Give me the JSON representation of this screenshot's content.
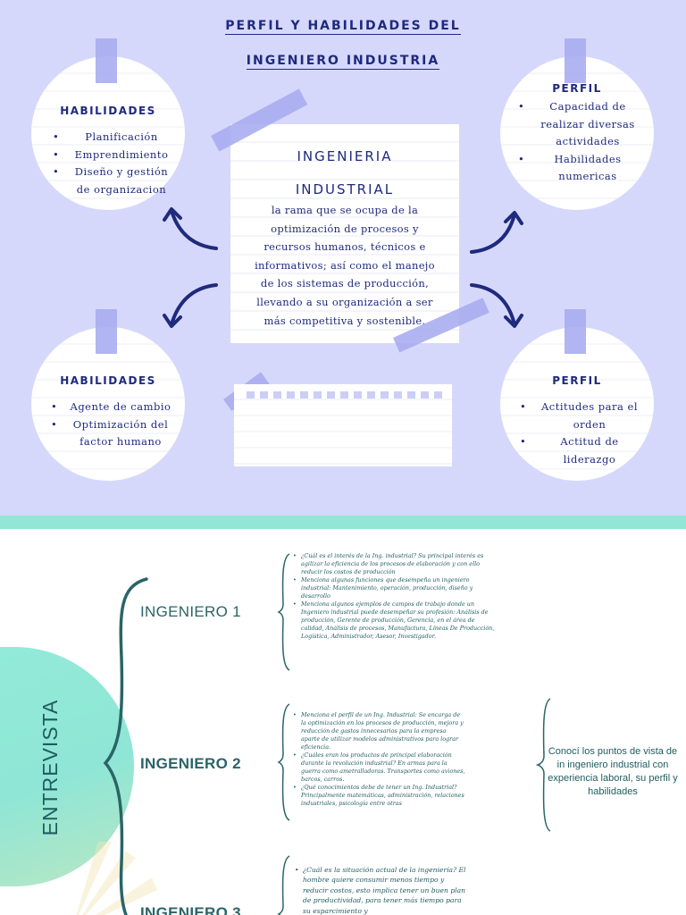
{
  "title": {
    "line1": "PERFIL Y HABILIDADES DEL",
    "line2": "INGENIERO INDUSTRIA"
  },
  "center": {
    "title_line1": "INGENIERIA",
    "title_line2": "INDUSTRIAL",
    "body": "la rama que se ocupa de la optimización de procesos y recursos humanos, técnicos e informativos; así como el manejo de los sistemas de producción, llevando a su organización a ser más competitiva y sostenible."
  },
  "circles": {
    "top_left": {
      "title": "HABILIDADES",
      "items": [
        "Planificación",
        "Emprendimiento",
        "Diseño y gestión de organizacion"
      ]
    },
    "top_right": {
      "title": "PERFIL",
      "items": [
        "Capacidad de realizar diversas actividades",
        "Habilidades numericas"
      ]
    },
    "bottom_left": {
      "title": "HABILIDADES",
      "items": [
        "Agente de cambio",
        "Optimización del factor humano"
      ]
    },
    "bottom_right": {
      "title": "PERFIL",
      "items": [
        "Actitudes para el orden",
        "Actitud de liderazgo"
      ]
    }
  },
  "interview": {
    "label": "ENTREVISTA",
    "engineers": [
      {
        "name": "INGENIERO 1",
        "items": [
          "¿Cuál es el interés de la Ing. industrial? Su principal interés es agilizar la eficiencia de los procesos de elaboración y con ello reducir los costos de producción",
          "Menciona algunas funciones que desempeña un ingeniero industrial: Mantenimiento, operación, producción, diseño y desarrollo",
          "Menciona algunos ejemplos de campos de trabajo donde un Ingeniero industrial puede desempeñar su profesión: Análisis de producción, Gerente de producción, Gerencia, en el área de calidad, Análisis de procesos, Manufactura, Líneas De Producción, Logística, Administrador, Asesor, Investigador."
        ]
      },
      {
        "name": "INGENIERO 2",
        "items": [
          "Menciona el perfil de un Ing. Industrial: Se encarga de la optimización en los procesos de producción, mejora y reducción de gastos innecesarios para la empresa aparte de utilizar modelos administrativos para lograr eficiencia.",
          "¿Cuáles eran los productos de principal elaboración durante la revolución industrial? En armas para la guerra como ametralladoras. Transportes como aviones, barcos, carros.",
          "¿Qué conocimientos debe de tener un Ing. Industrial? Principalmente matemáticas, administración, relaciones industriales, psicología entre otras"
        ]
      },
      {
        "name": "INGENIERO 3",
        "items": [
          "¿Cuál es la situación actual de la ingeniería? El hombre quiere consumir menos tiempo y reducir costos, esto implica tener un buen plan de productividad, para tener más tiempo para su esparcimiento y"
        ]
      }
    ],
    "summary": "Conocí los puntos de vista de in ingeniero industrial con experiencia laboral, su perfil y habilidades"
  },
  "colors": {
    "top_background": "#d6d8fb",
    "navy": "#1f2a7c",
    "tape": "#a9adf0",
    "divider": "#92e6d6",
    "teal_text": "#1f5c60"
  }
}
